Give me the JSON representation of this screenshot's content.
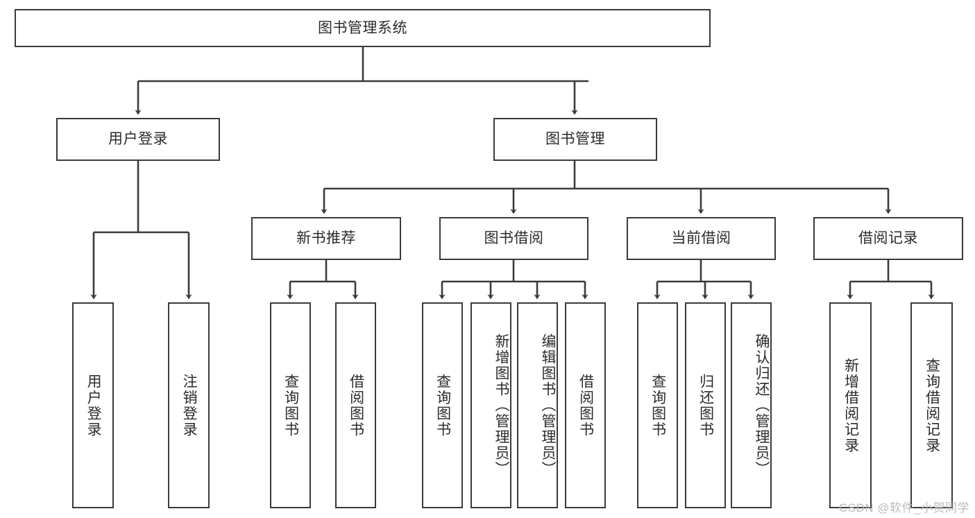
{
  "diagram": {
    "title_node": {
      "label": "图书管理系统"
    },
    "level2": [
      {
        "id": "user-login",
        "label": "用户登录"
      },
      {
        "id": "book-management",
        "label": "图书管理"
      }
    ],
    "level3": [
      {
        "id": "new-book-recommend",
        "label": "新书推荐"
      },
      {
        "id": "book-borrow",
        "label": "图书借阅"
      },
      {
        "id": "current-borrow",
        "label": "当前借阅"
      },
      {
        "id": "borrow-record",
        "label": "借阅记录"
      }
    ],
    "leaves": {
      "user_login": [
        {
          "id": "leaf-user-login",
          "label": "用户登录"
        },
        {
          "id": "leaf-logout-login",
          "label": "注销登录"
        }
      ],
      "new_book_recommend": [
        {
          "id": "leaf-query-book-1",
          "label": "查询图书"
        },
        {
          "id": "leaf-borrow-book-1",
          "label": "借阅图书"
        }
      ],
      "book_borrow": [
        {
          "id": "leaf-query-book-2",
          "label": "查询图书"
        },
        {
          "id": "leaf-add-book",
          "label": "新增图书（管理员）"
        },
        {
          "id": "leaf-edit-book",
          "label": "编辑图书（管理员）"
        },
        {
          "id": "leaf-borrow-book-2",
          "label": "借阅图书"
        }
      ],
      "current_borrow": [
        {
          "id": "leaf-query-book-3",
          "label": "查询图书"
        },
        {
          "id": "leaf-return-book",
          "label": "归还图书"
        },
        {
          "id": "leaf-confirm-return",
          "label": "确认归还（管理员）"
        }
      ],
      "borrow_record": [
        {
          "id": "leaf-add-record",
          "label": "新增借阅记录"
        },
        {
          "id": "leaf-query-record",
          "label": "查询借阅记录"
        }
      ]
    }
  },
  "watermark": {
    "text": "CSDN @软件_小贺同学"
  },
  "colors": {
    "stroke": "#3a3a3c",
    "text": "#2b2b2b",
    "background": "#ffffff",
    "watermark": "#b9bbbe"
  }
}
